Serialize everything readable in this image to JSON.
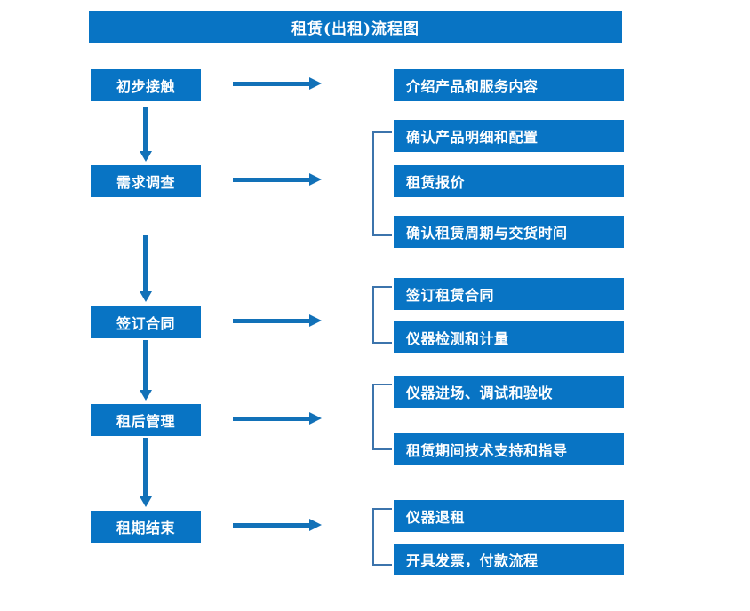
{
  "title": "租赁(出租)流程图",
  "colors": {
    "box_fill": "#0874c4",
    "box_text": "#ffffff",
    "arrow": "#1271b8",
    "bracket": "#3c74ac",
    "background": "#ffffff"
  },
  "stages": [
    {
      "label": "初步接触",
      "details": [
        "介绍产品和服务内容"
      ]
    },
    {
      "label": "需求调查",
      "details": [
        "确认产品明细和配置",
        "租赁报价",
        "确认租赁周期与交货时间"
      ]
    },
    {
      "label": "签订合同",
      "details": [
        "签订租赁合同",
        "仪器检测和计量"
      ]
    },
    {
      "label": "租后管理",
      "details": [
        "仪器进场、调试和验收",
        "租赁期间技术支持和指导"
      ]
    },
    {
      "label": "租期结束",
      "details": [
        "仪器退租",
        "开具发票，付款流程"
      ]
    }
  ]
}
